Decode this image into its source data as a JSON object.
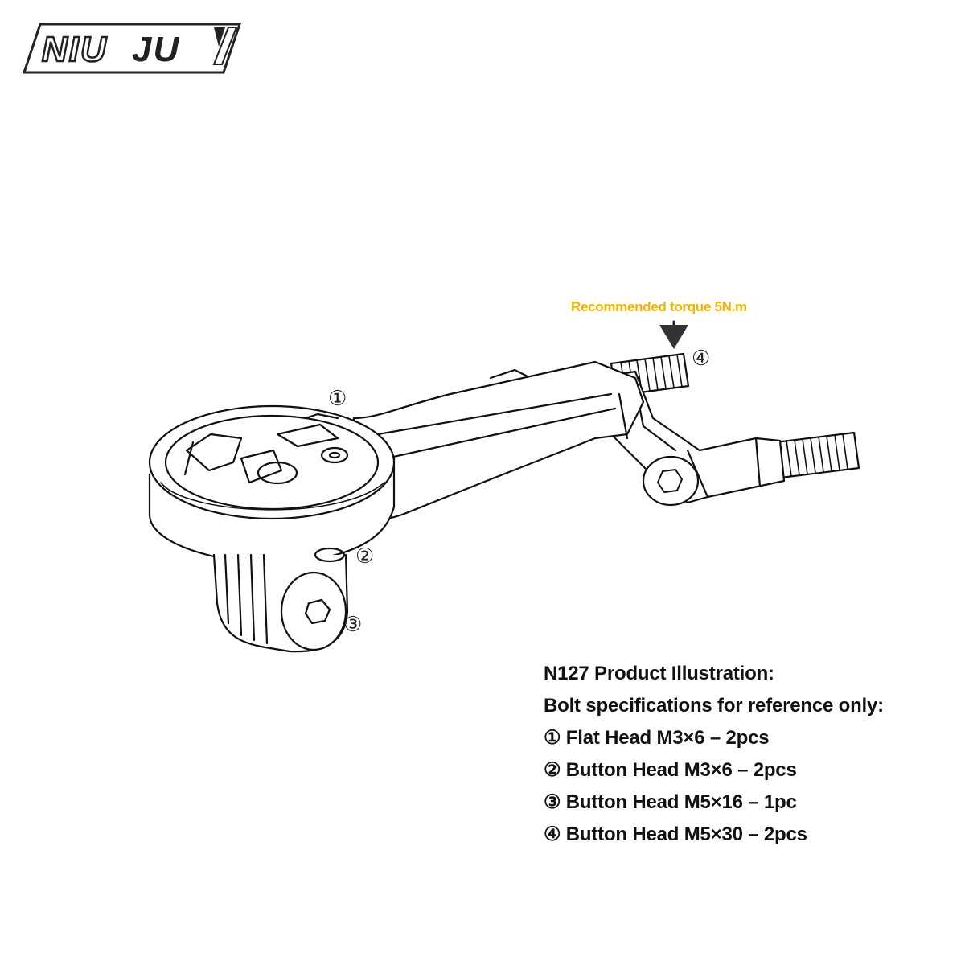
{
  "colors": {
    "torque_note": "#f5b301",
    "line": "#111111",
    "logo_stroke": "#222222"
  },
  "logo": {
    "text_niu": "NIU",
    "text_ju": "JU",
    "icon": "niuju-wordmark-logo"
  },
  "torque_note": "Recommended torque 5N.m",
  "callouts": {
    "c1": "①",
    "c2": "②",
    "c3": "③",
    "c4": "④"
  },
  "spec": {
    "title": "N127 Product Illustration:",
    "subtitle": "Bolt specifications for reference only:",
    "items": [
      "① Flat Head M3×6 – 2pcs",
      "② Button Head M3×6 – 2pcs",
      "③ Button Head M5×16 – 1pc",
      "④ Button Head M5×30 – 2pcs"
    ]
  }
}
